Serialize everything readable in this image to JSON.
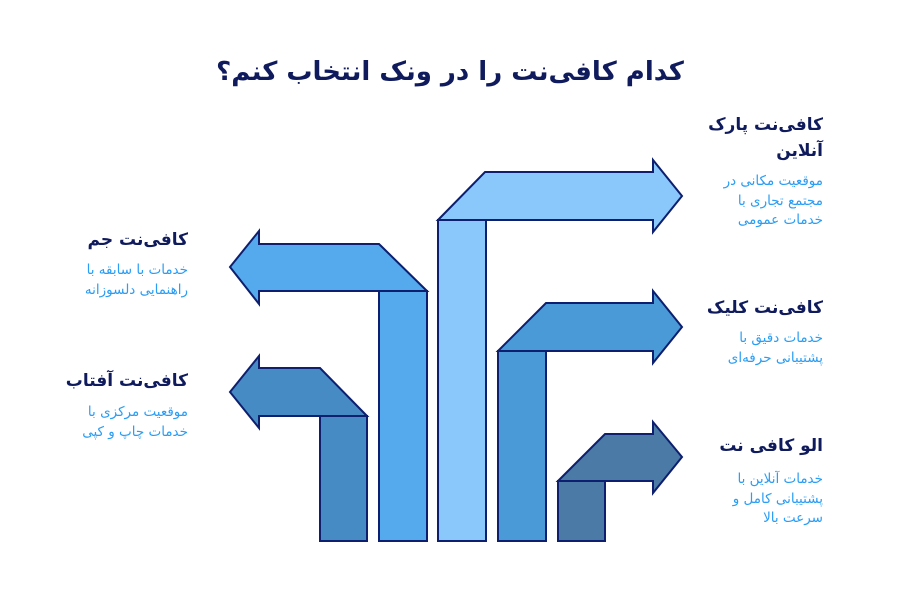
{
  "title": "کدام کافی‌نت را در ونک انتخاب کنم؟",
  "palette": {
    "heading": "#0f1b5c",
    "description": "#2a9df4",
    "stroke": "#0d1f6e"
  },
  "options": {
    "right": [
      {
        "name_lines": [
          "کافی‌نت پارک",
          "آنلاین"
        ],
        "description_lines": [
          "موقعیت مکانی در",
          "مجتمع تجاری با",
          "خدمات عمومی"
        ],
        "arrow_color": "#8ac8fc",
        "arrow_direction": "right"
      },
      {
        "name_lines": [
          "کافی‌نت کلیک"
        ],
        "description_lines": [
          "خدمات دقیق با",
          "پشتیبانی حرفه‌ای"
        ],
        "arrow_color": "#4a9ad8",
        "arrow_direction": "right"
      },
      {
        "name_lines": [
          "الو کافی نت"
        ],
        "description_lines": [
          "خدمات آنلاین با",
          "پشتیبانی کامل و",
          "سرعت بالا"
        ],
        "arrow_color": "#4a7aa5",
        "arrow_direction": "right"
      }
    ],
    "left": [
      {
        "name_lines": [
          "کافی‌نت جم"
        ],
        "description_lines": [
          "خدمات با سابقه با",
          "راهنمایی دلسوزانه"
        ],
        "arrow_color": "#55aaee",
        "arrow_direction": "left"
      },
      {
        "name_lines": [
          "کافی‌نت آفتاب"
        ],
        "description_lines": [
          "موقعیت مرکزی با",
          "خدمات چاپ و کپی"
        ],
        "arrow_color": "#478bc5",
        "arrow_direction": "left"
      }
    ]
  }
}
